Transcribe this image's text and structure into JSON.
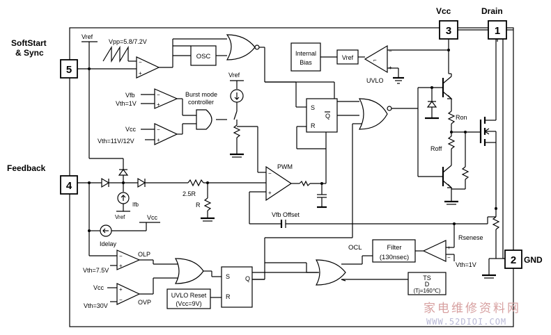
{
  "pins": {
    "softstart": {
      "num": "5",
      "label_line1": "SoftStart",
      "label_line2": "& Sync"
    },
    "feedback": {
      "num": "4",
      "label": "Feedback"
    },
    "vcc": {
      "num": "3",
      "label": "Vcc"
    },
    "drain": {
      "num": "1",
      "label": "Drain"
    },
    "gnd": {
      "num": "2",
      "label": "GND"
    }
  },
  "labels": {
    "vref_ss": "Vref",
    "vpp": "Vpp=5.8/7.2V",
    "osc": "OSC",
    "internal_bias_1": "Internal",
    "internal_bias_2": "Bias",
    "vref_bias": "Vref",
    "uvlo": "UVLO",
    "vfb": "Vfb",
    "vth_1v_burst": "Vth=1V",
    "burst_1": "Burst mode",
    "burst_2": "controller",
    "vref_burst": "Vref",
    "vcc_burst": "Vcc",
    "vth_11_12": "Vth=11V/12V",
    "s_top": "S",
    "r_top": "R",
    "q_top": "Q",
    "ron": "Ron",
    "roff": "Roff",
    "pwm": "PWM",
    "r_25": "2.5R",
    "r_r": "R",
    "ifb": "Ifb",
    "vref_fb": "Vref",
    "vfb_offset": "Vfb Offset",
    "vcc_delay": "Vcc",
    "idelay": "Idelay",
    "ocl": "OCL",
    "filter_1": "Filter",
    "filter_2": "(130nsec)",
    "rsenese": "Rsenese",
    "vth_1v_ocl": "Vth=1V",
    "olp": "OLP",
    "vth_75": "Vth=7.5V",
    "vcc_ovp": "Vcc",
    "ovp": "OVP",
    "vth_30": "Vth=30V",
    "uvlo_reset_1": "UVLO Reset",
    "uvlo_reset_2": "(Vcc=9V)",
    "s_bot": "S",
    "r_bot": "R",
    "q_bot": "Q",
    "tsd_1": "TS",
    "tsd_2": "D",
    "tsd_3": "(Tj=160℃)"
  },
  "watermark": {
    "line1": "家电维修资料网",
    "line2": "WWW.52DIOI.COM"
  }
}
